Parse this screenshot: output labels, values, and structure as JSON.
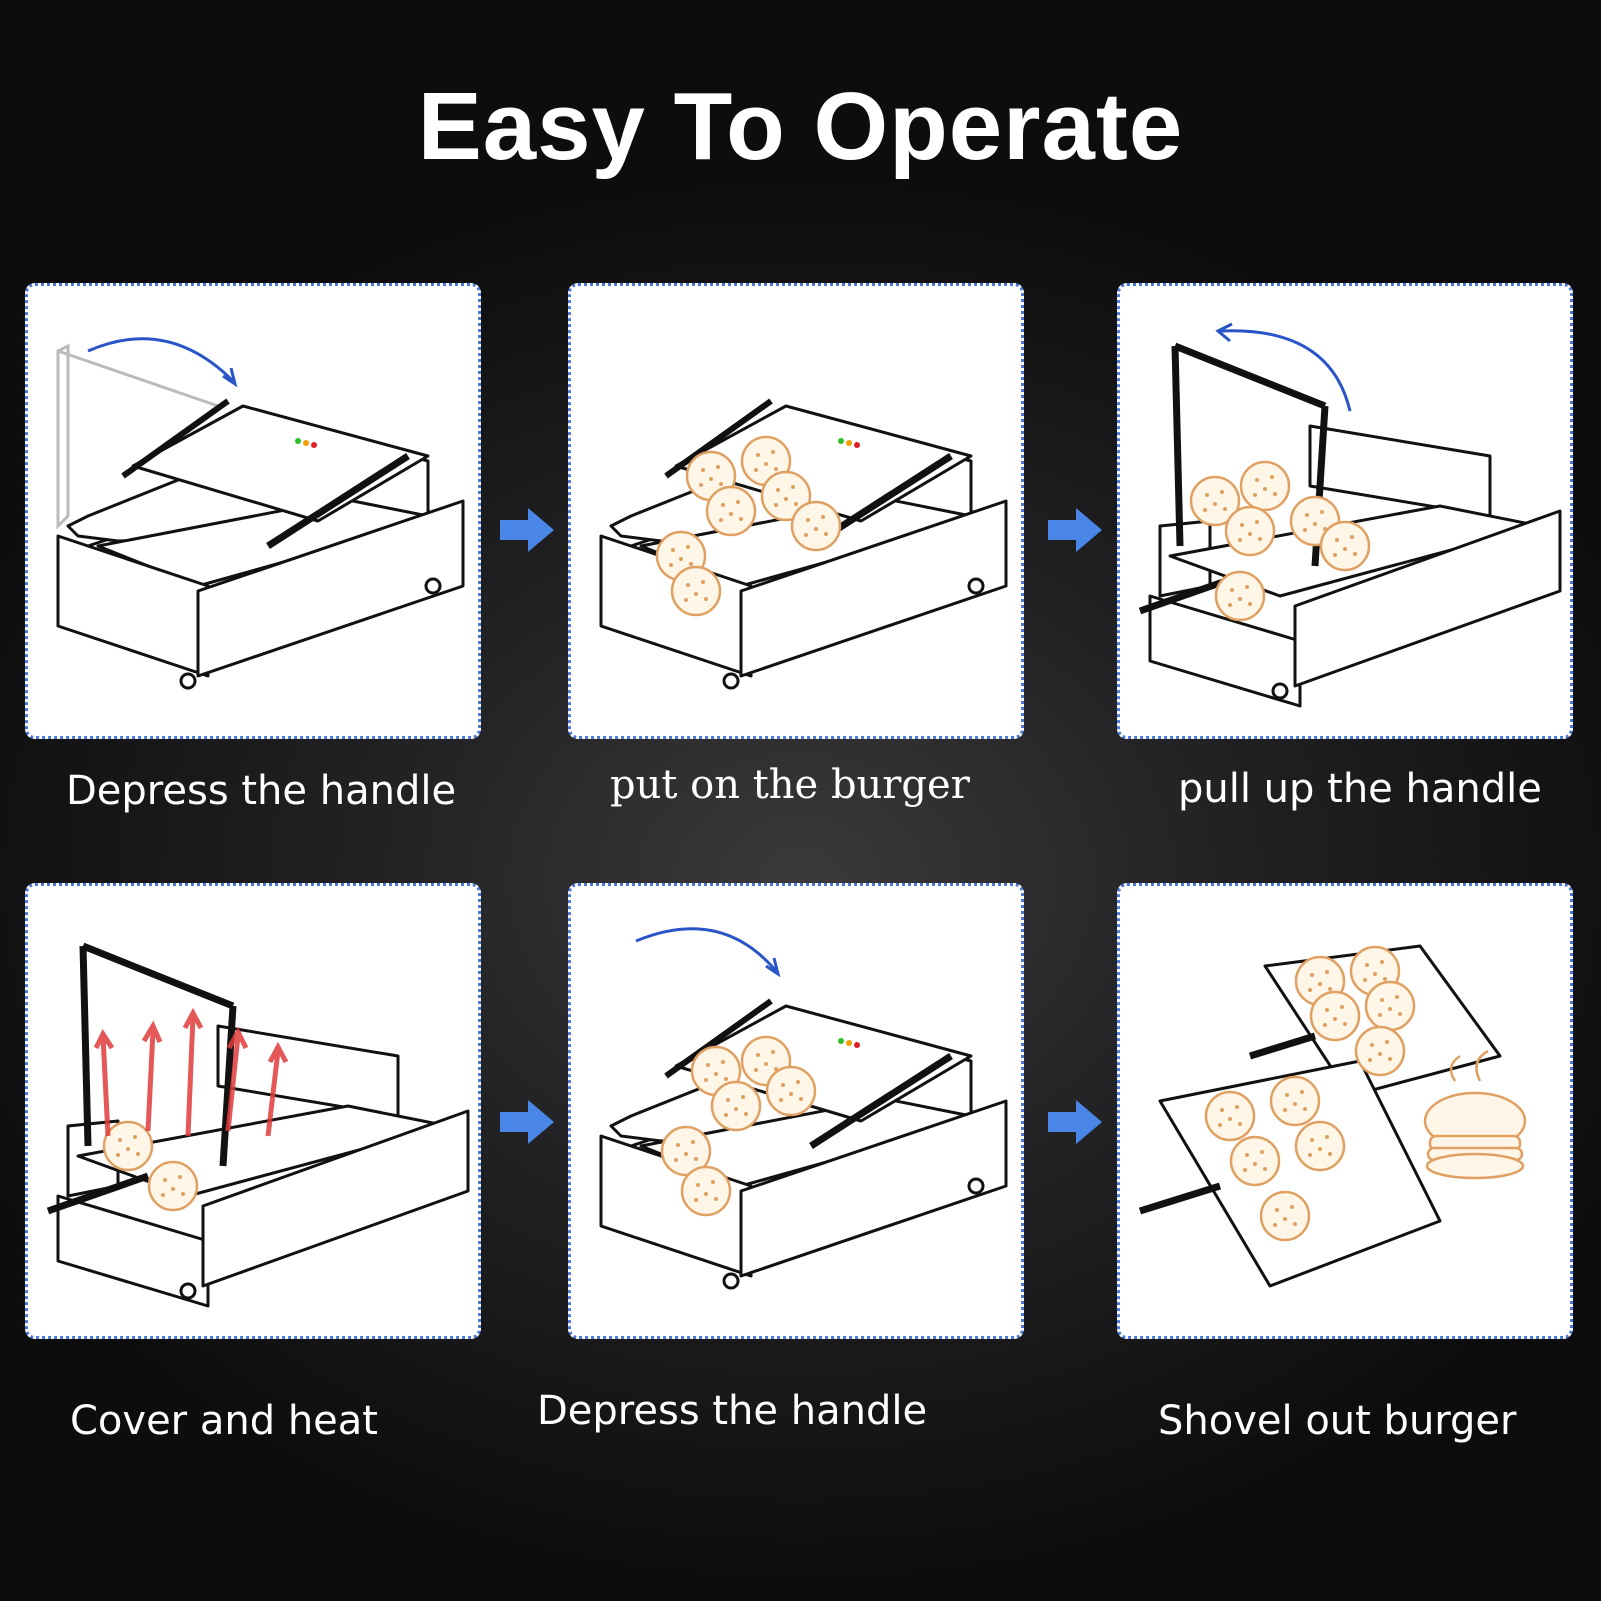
{
  "title": "Easy To Operate",
  "steps": [
    {
      "caption": "Depress the handle"
    },
    {
      "caption": "put on the burger"
    },
    {
      "caption": "pull up the handle"
    },
    {
      "caption": "Cover and heat"
    },
    {
      "caption": "Depress the handle"
    },
    {
      "caption": "Shovel out burger"
    }
  ],
  "colors": {
    "background": "#1a1a1c",
    "panel_border": "#4a78d6",
    "arrow": "#4a86e8",
    "motion_arrow": "#2a55c8",
    "patty": "#e0a062",
    "heat": "#e03c3c"
  },
  "icons": [
    "curved-arrow-icon",
    "right-arrow-icon",
    "heat-arrows-icon"
  ]
}
